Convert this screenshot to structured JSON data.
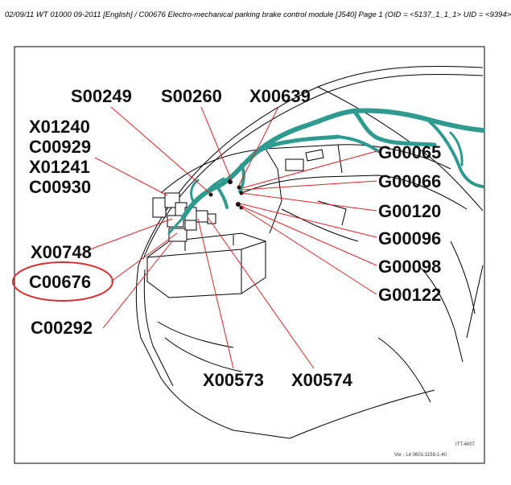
{
  "header": {
    "text": "02/09/11  WT 01000 09-2011 [English] / C00676 Electro-mechanical parking brake control module [J540]  Page 1  (OID = <5137_1_1_1> UID = <9394>"
  },
  "labels": {
    "s00249": "S00249",
    "s00260": "S00260",
    "x00639": "X00639",
    "x01240": "X01240",
    "c00929": "C00929",
    "x01241": "X01241",
    "c00930": "C00930",
    "x00748": "X00748",
    "c00676": "C00676",
    "c00292": "C00292",
    "x00573": "X00573",
    "x00574": "X00574",
    "g00065": "G00065",
    "g00066": "G00066",
    "g00120": "G00120",
    "g00096": "G00096",
    "g00098": "G00098",
    "g00122": "G00122"
  },
  "footer": {
    "ref1": "ITT-4007",
    "ref2": "Vor - L4 0601-1159-1-40"
  },
  "colors": {
    "leader": "#e02424",
    "highlight": "#d93030",
    "harness": "#2f9a90",
    "drawing": "#000000"
  }
}
